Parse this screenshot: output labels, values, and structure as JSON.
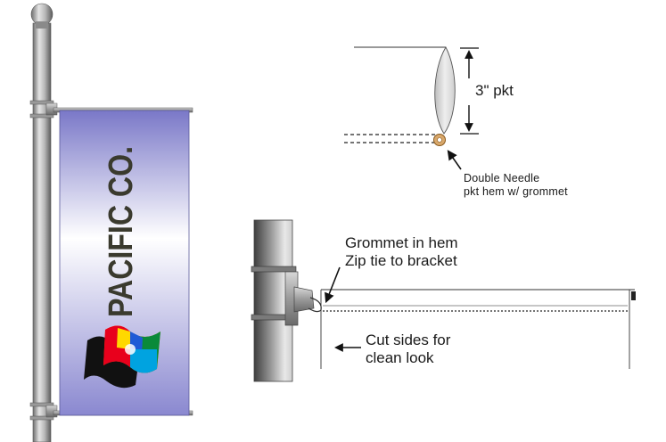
{
  "banner": {
    "brand_text": "PACIFIC CO.",
    "colors": {
      "gradient_top": "#7a78c8",
      "gradient_mid": "#ffffff",
      "gradient_bottom": "#8a88d0",
      "brand_text": "#3a3a2e",
      "pole": "#9c9c9c"
    }
  },
  "callouts": {
    "pocket_size": "3\" pkt",
    "hem_line1": "Double Needle",
    "hem_line2": "pkt hem w/ grommet",
    "grommet_line1": "Grommet in hem",
    "grommet_line2": "Zip tie to bracket",
    "sides_line1": "Cut sides for",
    "sides_line2": "clean look"
  }
}
